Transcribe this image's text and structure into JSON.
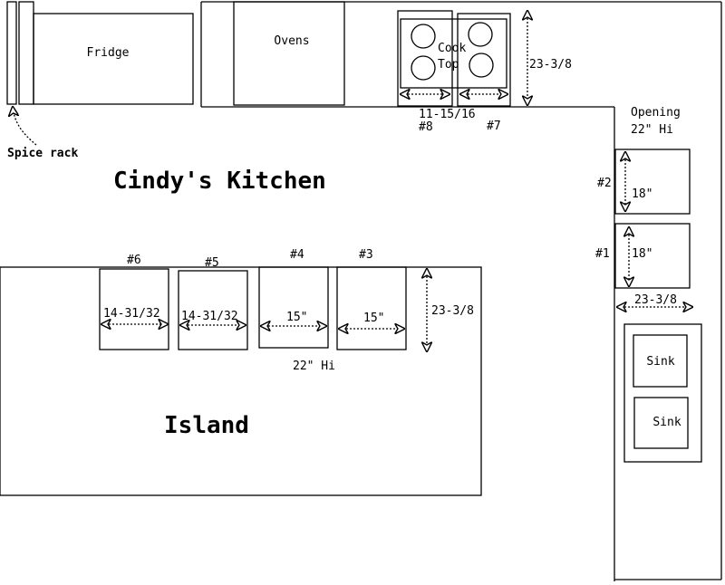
{
  "title": "Cindy's Kitchen",
  "appliances": {
    "fridge": "Fridge",
    "ovens": "Ovens",
    "cooktop_line1": "Cook",
    "cooktop_line2": "Top",
    "spice_rack": "Spice rack"
  },
  "dimensions": {
    "cooktop_height": "23-3/8",
    "cooktop_width": "11-15/16",
    "right_depth": "23-3/8",
    "island_depth": "23-3/8",
    "d18_a": "18\"",
    "d18_b": "18\"",
    "d15_a": "15\"",
    "d15_b": "15\"",
    "d14_a": "14-31/32",
    "d14_b": "14-31/32"
  },
  "labels": {
    "n1": "#1",
    "n2": "#2",
    "n3": "#3",
    "n4": "#4",
    "n5": "#5",
    "n6": "#6",
    "n7": "#7",
    "n8": "#8",
    "opening_line1": "Opening",
    "opening_line2": "22\" Hi",
    "island_height": "22\" Hi"
  },
  "island": "Island",
  "sinks": [
    "Sink",
    "Sink"
  ]
}
